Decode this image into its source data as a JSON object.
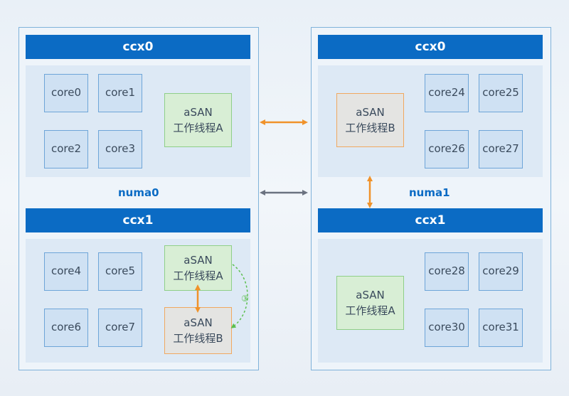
{
  "numa_nodes": [
    {
      "label": "numa0",
      "ccx": [
        {
          "title": "ccx0",
          "cores": [
            "core0",
            "core1",
            "core2",
            "core3"
          ],
          "thread": {
            "line1": "aSAN",
            "line2": "工作线程A"
          }
        },
        {
          "title": "ccx1",
          "cores": [
            "core4",
            "core5",
            "core6",
            "core7"
          ],
          "threads": [
            {
              "line1": "aSAN",
              "line2": "工作线程A"
            },
            {
              "line1": "aSAN",
              "line2": "工作线程B"
            }
          ],
          "marker": "③"
        }
      ]
    },
    {
      "label": "numa1",
      "ccx": [
        {
          "title": "ccx0",
          "cores": [
            "core24",
            "core25",
            "core26",
            "core27"
          ],
          "thread": {
            "line1": "aSAN",
            "line2": "工作线程B"
          }
        },
        {
          "title": "ccx1",
          "cores": [
            "core28",
            "core29",
            "core30",
            "core31"
          ],
          "thread": {
            "line1": "aSAN",
            "line2": "工作线程A"
          }
        }
      ]
    }
  ],
  "colors": {
    "header": "#0b6bc4",
    "arrow_orange": "#f0922a",
    "arrow_gray": "#6b7280",
    "arrow_green": "#5cbf4f"
  }
}
